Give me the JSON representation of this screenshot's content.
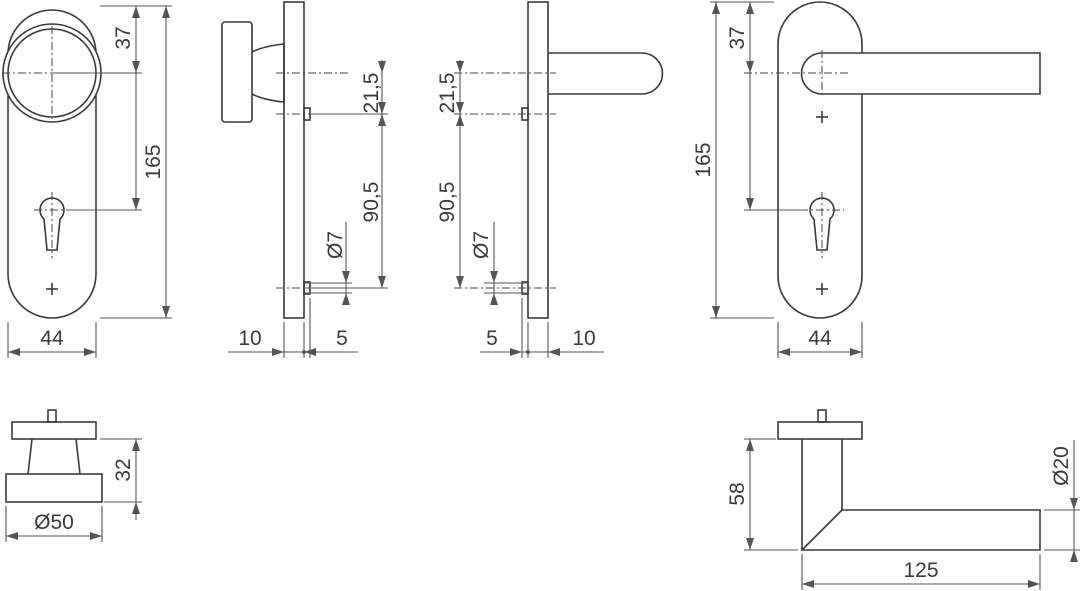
{
  "dimensions": {
    "rose_height": "165",
    "rose_width": "44",
    "knob_offset": "37",
    "center_to_top": "21,5",
    "center_spacing": "90,5",
    "screw_diameter": "Ø7",
    "rose_thickness": "10",
    "screw_spacer": "5",
    "knob_diameter": "Ø50",
    "knob_projection": "32",
    "lever_projection": "58",
    "lever_diameter": "Ø20",
    "lever_length": "125"
  },
  "colors": {
    "line": "#3a3a3a",
    "dimension_line": "#555555",
    "background": "#ffffff"
  }
}
